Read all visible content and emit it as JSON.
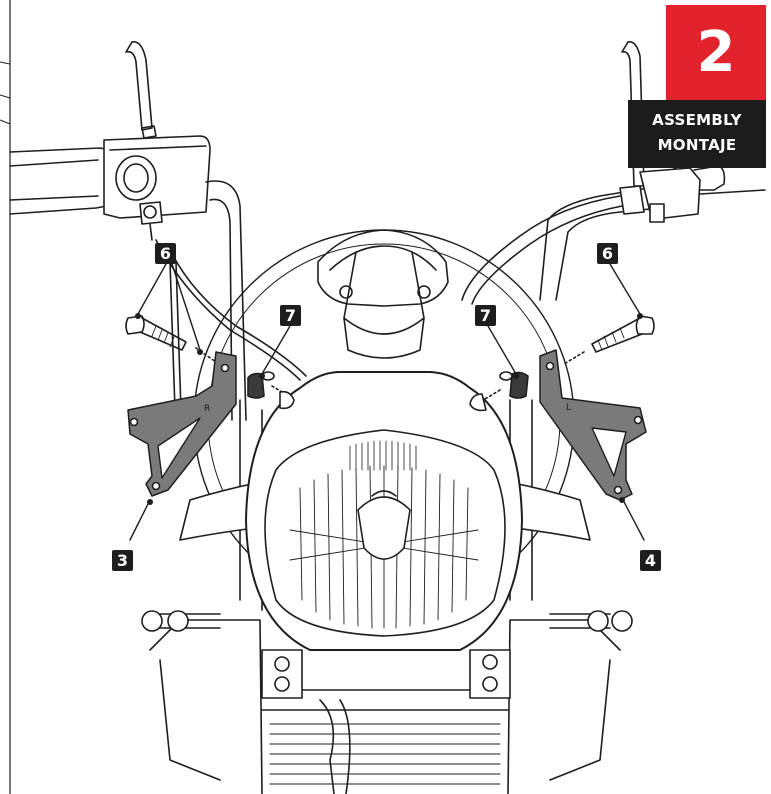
{
  "step": {
    "number": "2",
    "labels": [
      "ASSEMBLY",
      "MONTAJE"
    ],
    "number_bg": "#e3232c",
    "label_bg": "#1c1c1c"
  },
  "callouts": {
    "left_bolt": "6",
    "right_bolt": "6",
    "left_spacer": "7",
    "right_spacer": "7",
    "left_bracket": "3",
    "right_bracket": "4"
  },
  "bracket_marks": {
    "left": "R",
    "right": "L"
  },
  "icons": [
    "motorcycle-front-drawing",
    "headlight",
    "bracket-left",
    "bracket-right",
    "bolt",
    "spacer"
  ]
}
